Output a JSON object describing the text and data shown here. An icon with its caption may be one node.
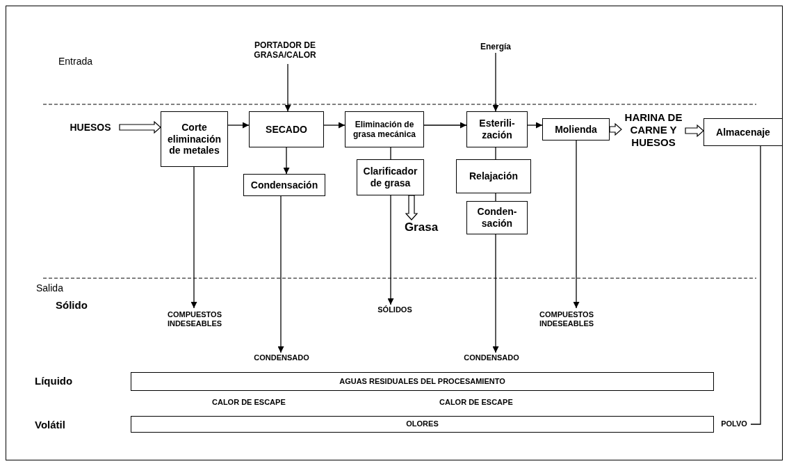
{
  "diagram": {
    "nodes": [
      {
        "text": [
          "PORTADOR DE GRASA/CALOR"
        ]
      },
      {
        "text": [
          "Energía"
        ]
      },
      {
        "text": [
          "HUESOS"
        ]
      },
      {
        "text": [
          "Corte eliminación de metales"
        ]
      },
      {
        "text": [
          "SECADO"
        ]
      },
      {
        "text": [
          "Eliminación de grasa mecánica"
        ]
      },
      {
        "text": [
          "Clarificador de grasa"
        ]
      },
      {
        "text": [
          "Grasa"
        ]
      },
      {
        "text": [
          "Condensación"
        ]
      },
      {
        "text": [
          "Esterili- zación"
        ]
      },
      {
        "text": [
          "Relajación"
        ]
      },
      {
        "text": [
          "Conden- sación"
        ]
      },
      {
        "text": [
          "Molienda"
        ]
      },
      {
        "text": [
          "HARINA DE CARNE Y HUESOS"
        ]
      },
      {
        "text": [
          "Almacenaje"
        ]
      },
      {
        "text": [
          "COMPUESTOS INDESEABLES"
        ]
      },
      {
        "text": [
          "CONDENSADO"
        ]
      },
      {
        "text": [
          "SÓLIDOS"
        ]
      },
      {
        "text": [
          "CONDENSADO"
        ]
      },
      {
        "text": [
          "COMPUESTOS INDESEABLES"
        ]
      },
      {
        "text": [
          "AGUAS RESIDUALES DEL PROCESAMIENTO"
        ]
      },
      {
        "text": [
          "OLORES"
        ]
      },
      {
        "text": [
          "POLVO"
        ]
      }
    ],
    "edges": [
      {
        "from": 0,
        "to": 4,
        "arrow": "to"
      },
      {
        "from": 1,
        "to": 9,
        "arrow": "to"
      },
      {
        "from": 2,
        "to": 3,
        "arrow": "to",
        "style": "thick"
      },
      {
        "from": 3,
        "to": 4,
        "arrow": "to"
      },
      {
        "from": 4,
        "to": 5,
        "arrow": "to"
      },
      {
        "from": 5,
        "to": 9,
        "arrow": "to"
      },
      {
        "from": 9,
        "to": 12,
        "arrow": "to"
      },
      {
        "from": 12,
        "to": 13,
        "arrow": "to",
        "style": "thick"
      },
      {
        "from": 13,
        "to": 14,
        "arrow": "to",
        "style": "thick"
      },
      {
        "from": 4,
        "to": 8,
        "arrow": "to"
      },
      {
        "from": 5,
        "to": 6,
        "arrow": "none"
      },
      {
        "from": 6,
        "to": 7,
        "arrow": "to",
        "style": "thick"
      },
      {
        "from": 6,
        "to": 17,
        "arrow": "to"
      },
      {
        "from": 9,
        "to": 10,
        "arrow": "none"
      },
      {
        "from": 10,
        "to": 11,
        "arrow": "none"
      },
      {
        "from": 11,
        "to": 18,
        "arrow": "to"
      },
      {
        "from": 8,
        "to": 16,
        "arrow": "to"
      },
      {
        "from": 3,
        "to": 15,
        "arrow": "to"
      },
      {
        "from": 12,
        "to": 19,
        "arrow": "to"
      },
      {
        "from": 14,
        "to": 22,
        "arrow": "none"
      }
    ],
    "labels": [
      "Entrada",
      "Salida",
      "Sólido",
      "Líquido",
      "CALOR DE ESCAPE",
      "CALOR DE ESCAPE",
      "Volátil"
    ]
  }
}
